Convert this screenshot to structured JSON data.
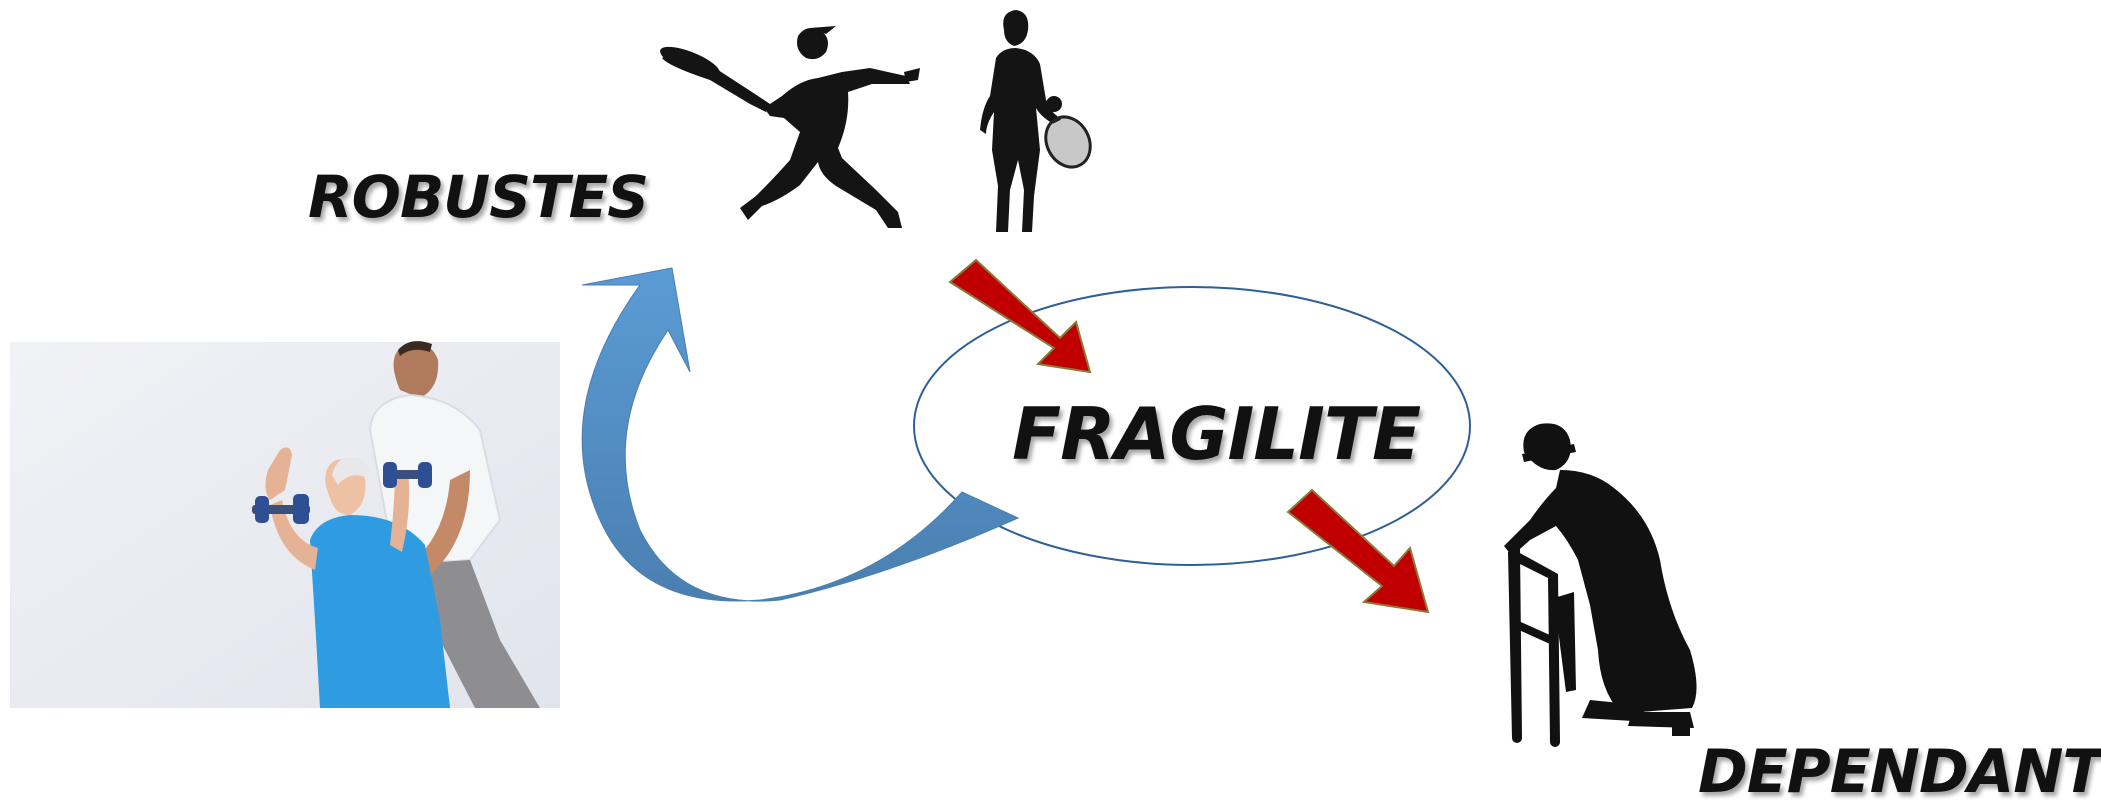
{
  "diagram": {
    "labels": {
      "robustes": "ROBUSTES",
      "fragilite": "FRAGILITE",
      "dependant": "DEPENDANT"
    },
    "colors": {
      "return_arrow": "#5b9bd5",
      "return_arrow_dark": "#4a7fb0",
      "decline_arrow": "#c00000",
      "decline_arrow_edge": "#8a7a3a",
      "ellipse_stroke": "#2e5f96",
      "silhouette": "#111111",
      "photo_background": "#eceef4",
      "exercise_shirt": "#2f9be0",
      "trainer_shirt": "#f4f6f8"
    },
    "icons": [
      "tennis-player-swinging-icon",
      "tennis-player-standing-icon",
      "elderly-person-with-walker-icon",
      "senior-exercise-photo"
    ]
  }
}
